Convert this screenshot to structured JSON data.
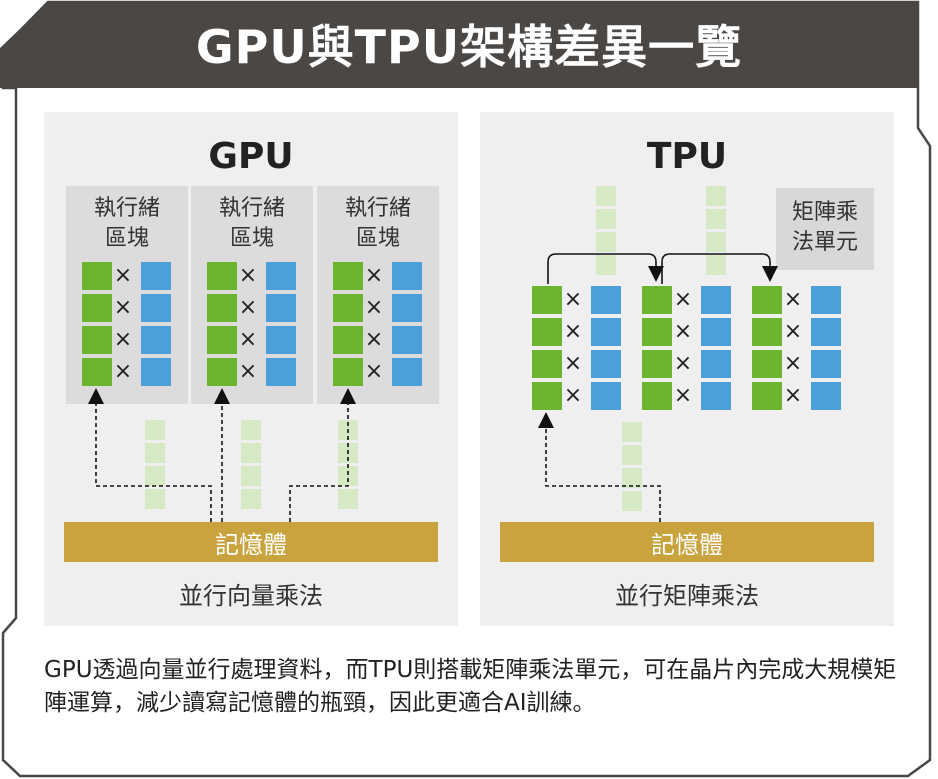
{
  "header": {
    "title": "GPU與TPU架構差異一覽"
  },
  "gpu": {
    "title": "GPU",
    "thread_blocks": [
      {
        "label_line1": "執行緒",
        "label_line2": "區塊"
      },
      {
        "label_line1": "執行緒",
        "label_line2": "區塊"
      },
      {
        "label_line1": "執行緒",
        "label_line2": "區塊"
      }
    ],
    "memory_label": "記憶體",
    "caption": "並行向量乘法"
  },
  "tpu": {
    "title": "TPU",
    "matrix_unit_line1": "矩陣乘",
    "matrix_unit_line2": "法單元",
    "memory_label": "記憶體",
    "caption": "並行矩陣乘法"
  },
  "operator_symbol": "×",
  "description": "GPU透過向量並行處理資料，而TPU則搭載矩陣乘法單元，可在晶片內完成大規模矩陣運算，減少讀寫記憶體的瓶頸，因此更適合AI訓練。",
  "colors": {
    "frame": "#4a4745",
    "panel": "#efefef",
    "thread_block": "#dcdcdc",
    "green_cell": "#6ab42e",
    "blue_cell": "#4d9fd9",
    "pale_green": "#d4e9c4",
    "memory_bar": "#c9a33e"
  }
}
